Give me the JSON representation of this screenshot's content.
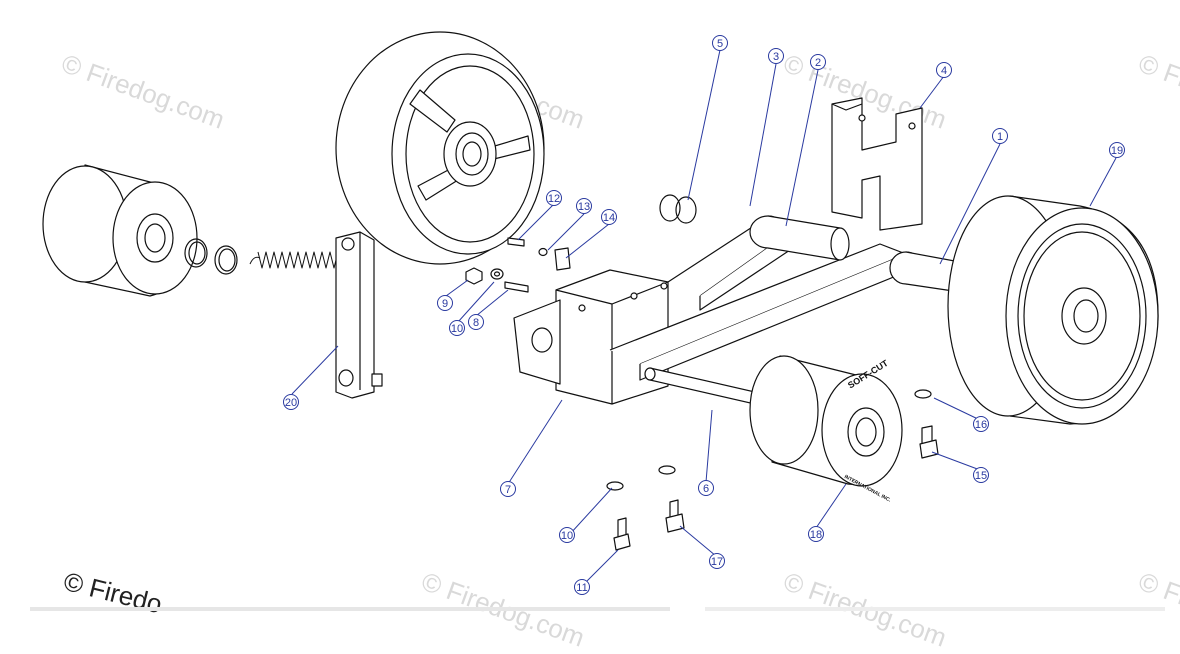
{
  "watermark": {
    "text": "© Firedog.com",
    "corner_text": "© Firedo"
  },
  "callouts": [
    {
      "id": "c1",
      "label": "1"
    },
    {
      "id": "c2",
      "label": "2"
    },
    {
      "id": "c3",
      "label": "3"
    },
    {
      "id": "c4",
      "label": "4"
    },
    {
      "id": "c5",
      "label": "5"
    },
    {
      "id": "c6",
      "label": "6"
    },
    {
      "id": "c7",
      "label": "7"
    },
    {
      "id": "c8",
      "label": "8"
    },
    {
      "id": "c9",
      "label": "9"
    },
    {
      "id": "c10a",
      "label": "10"
    },
    {
      "id": "c10b",
      "label": "10"
    },
    {
      "id": "c11",
      "label": "11"
    },
    {
      "id": "c12",
      "label": "12"
    },
    {
      "id": "c13",
      "label": "13"
    },
    {
      "id": "c14",
      "label": "14"
    },
    {
      "id": "c15",
      "label": "15"
    },
    {
      "id": "c16",
      "label": "16"
    },
    {
      "id": "c17",
      "label": "17"
    },
    {
      "id": "c18",
      "label": "18"
    },
    {
      "id": "c19",
      "label": "19"
    },
    {
      "id": "c20",
      "label": "20"
    }
  ],
  "roller_text": {
    "brand": "SOFF-CUT",
    "maker": "INTERNATIONAL INC."
  },
  "colors": {
    "line": "#111111",
    "callout": "#2a3aa0",
    "watermark": "#d9d9d9"
  }
}
